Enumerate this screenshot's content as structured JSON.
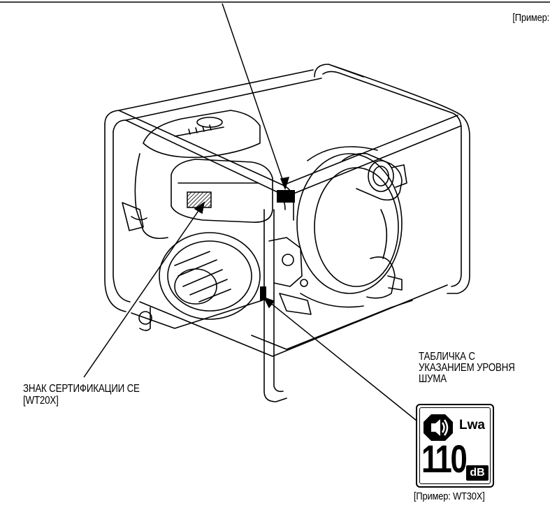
{
  "labels": {
    "top_example": "[Пример: WT",
    "ce_label": "ЗНАК СЕРТИФИКАЦИИ CE",
    "ce_model": "[WT20X]",
    "noise_label": [
      "ТАБЛИЧКА С",
      "УКАЗАНИЕМ УРОВНЯ",
      "ШУМА"
    ],
    "bottom_example": "[Пример: WT30X]"
  },
  "noise_plate": {
    "symbol": "Lwa",
    "value": "110",
    "unit": "dB",
    "icon": "speaker-icon"
  }
}
